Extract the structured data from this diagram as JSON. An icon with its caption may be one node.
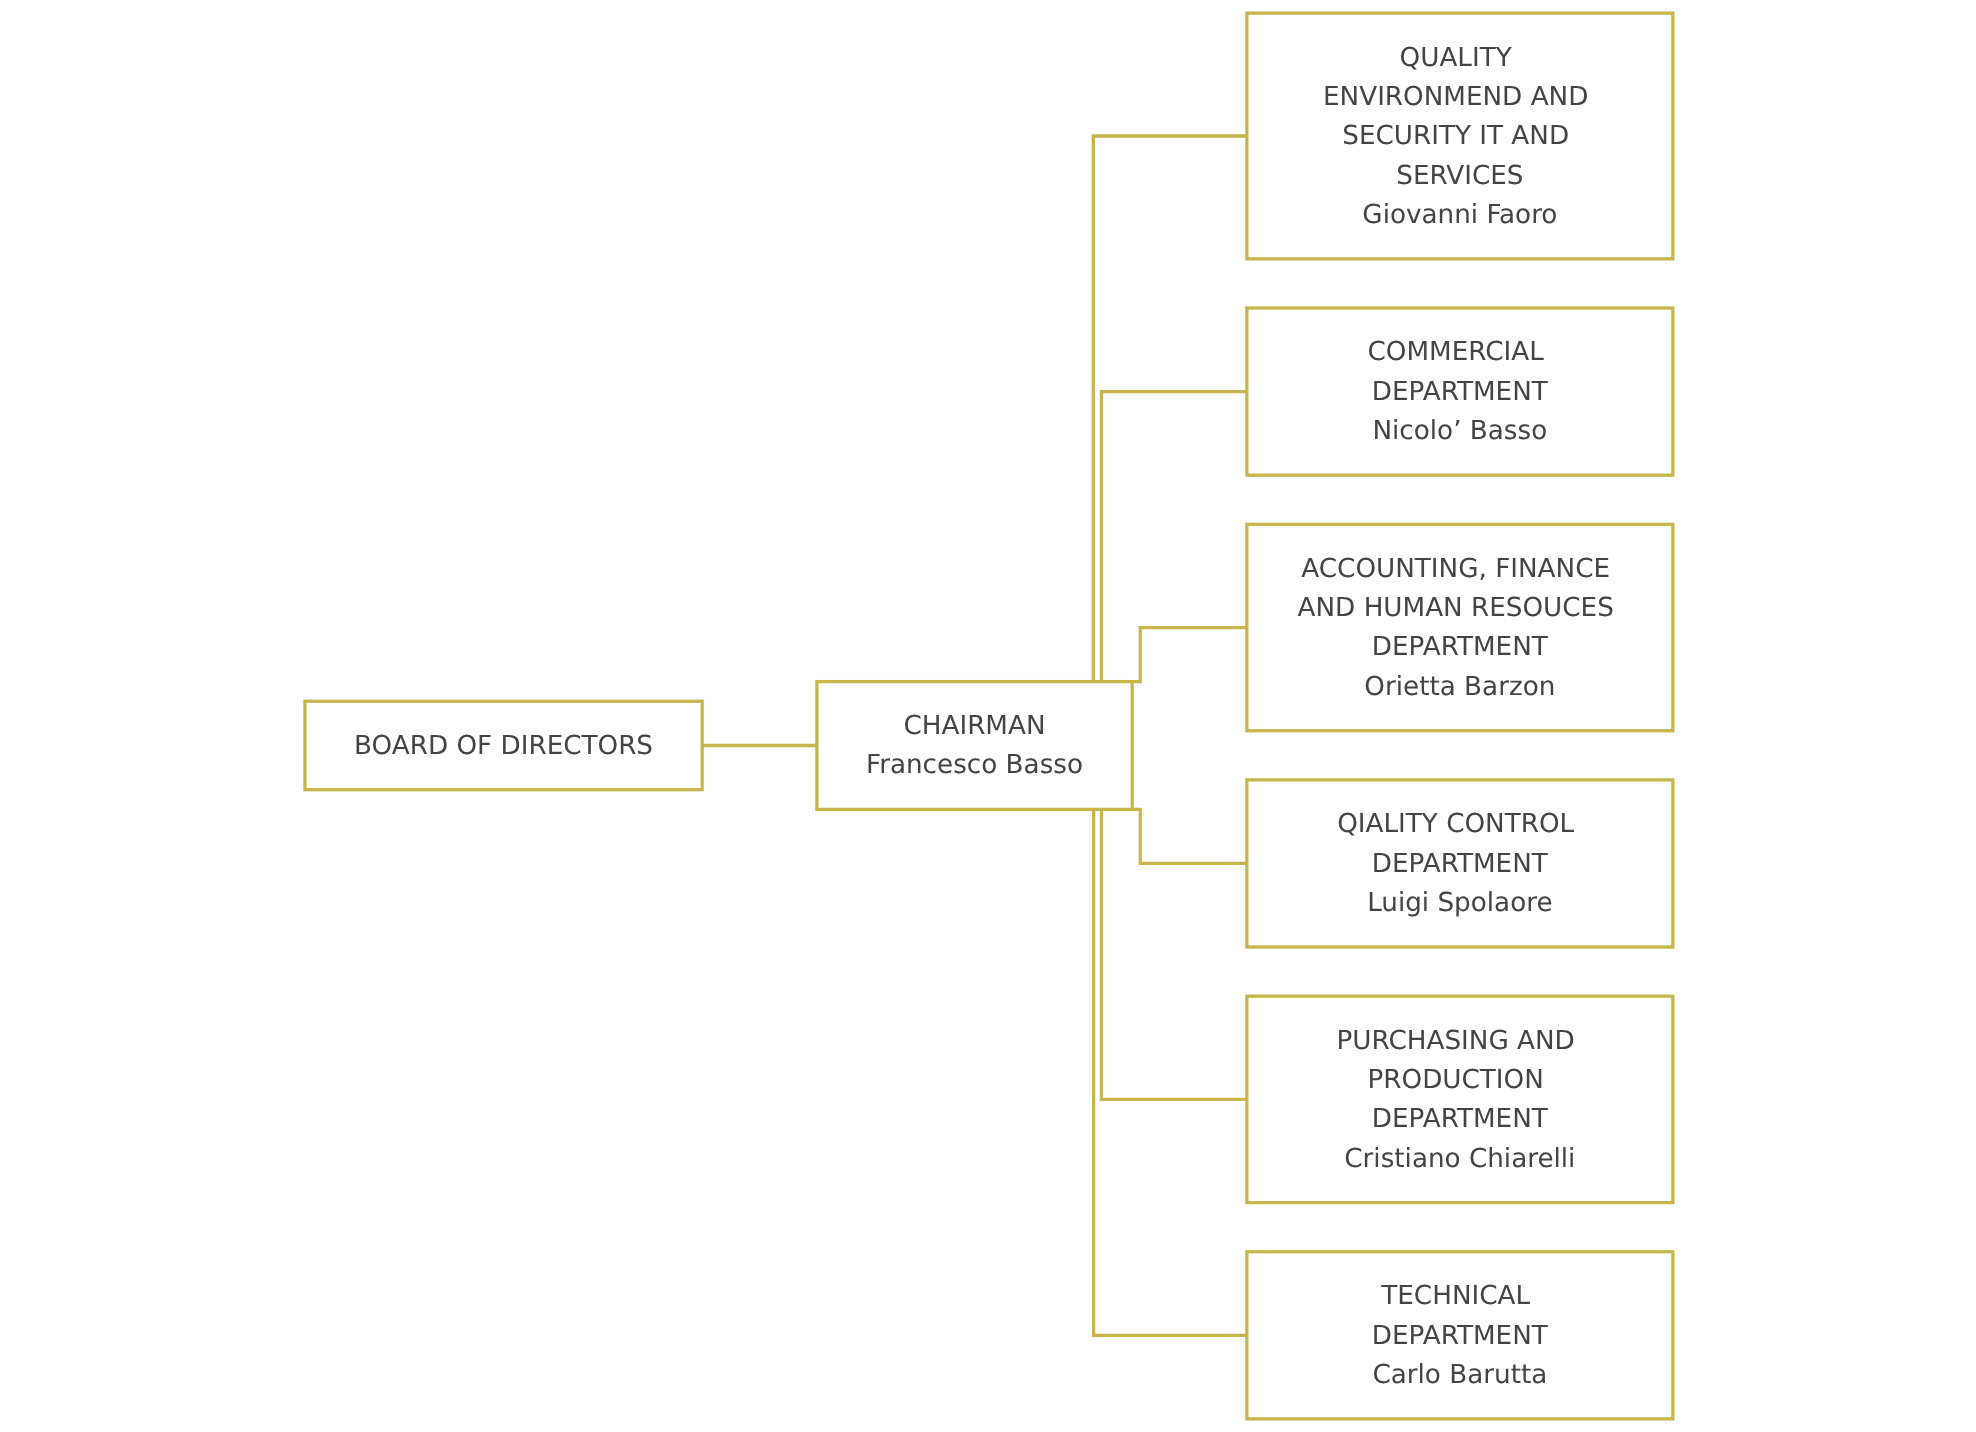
{
  "diagram": {
    "nodes": [
      {
        "text": [
          "BOARD OF DIRECTORS"
        ]
      },
      {
        "text": [
          "CHAIRMAN",
          "Francesco Basso"
        ]
      },
      {
        "text": [
          "QUALITY ENVIRONMEND AND SECURITY IT AND SERVICES",
          "Giovanni Faoro"
        ]
      },
      {
        "text": [
          "COMMERCIAL DEPARTMENT",
          "Nicolo’ Basso"
        ]
      },
      {
        "text": [
          "ACCOUNTING, FINANCE AND HUMAN RESOUCES DEPARTMENT",
          "Orietta Barzon"
        ]
      },
      {
        "text": [
          "QIALITY CONTROL DEPARTMENT",
          "Luigi Spolaore"
        ]
      },
      {
        "text": [
          "PURCHASING AND PRODUCTION DEPARTMENT",
          "Cristiano Chiarelli"
        ]
      },
      {
        "text": [
          "TECHNICAL DEPARTMENT",
          "Carlo Barutta"
        ]
      }
    ],
    "edges": [
      {
        "from": 0,
        "to": 1,
        "arrow": "none"
      },
      {
        "from": 1,
        "to": 2,
        "arrow": "none"
      },
      {
        "from": 1,
        "to": 3,
        "arrow": "none"
      },
      {
        "from": 1,
        "to": 4,
        "arrow": "none"
      },
      {
        "from": 1,
        "to": 5,
        "arrow": "none"
      },
      {
        "from": 1,
        "to": 6,
        "arrow": "none"
      },
      {
        "from": 1,
        "to": 7,
        "arrow": "none"
      }
    ]
  }
}
